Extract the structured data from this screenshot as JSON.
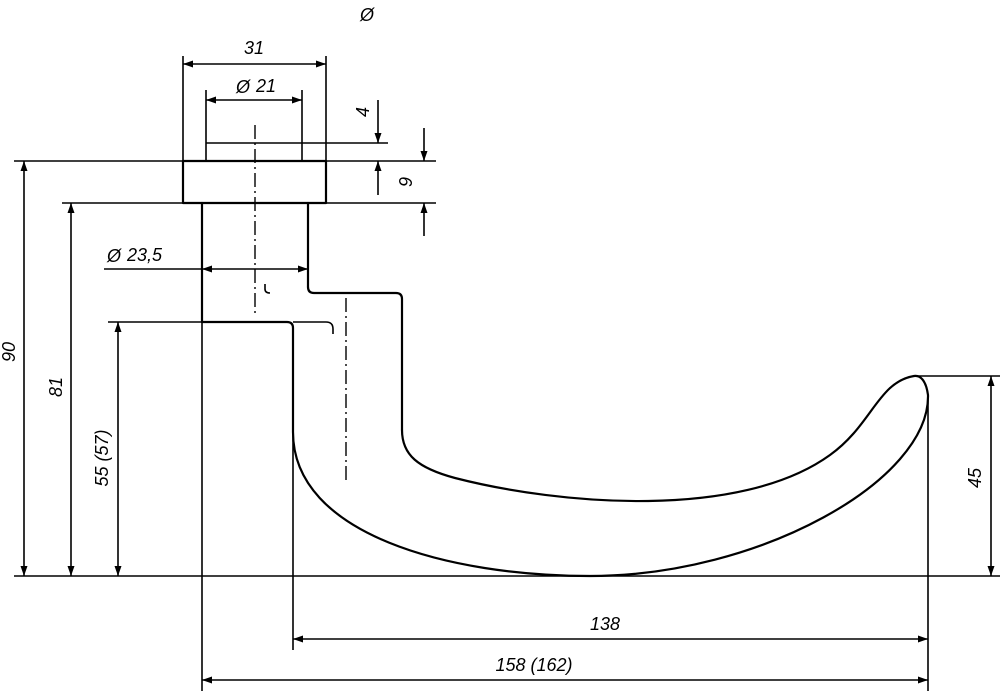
{
  "drawing": {
    "diameter_symbol": "Ø",
    "dimensions": {
      "rose_width": "31",
      "spindle_hole_diameter": "21",
      "rose_step": "4",
      "rose_thickness": "9",
      "neck_diameter": "23,5",
      "total_height": "90",
      "height_to_rose": "81",
      "grip_height": "55 (57)",
      "tip_height": "45",
      "grip_length": "138",
      "total_length": "158 (162)"
    }
  }
}
